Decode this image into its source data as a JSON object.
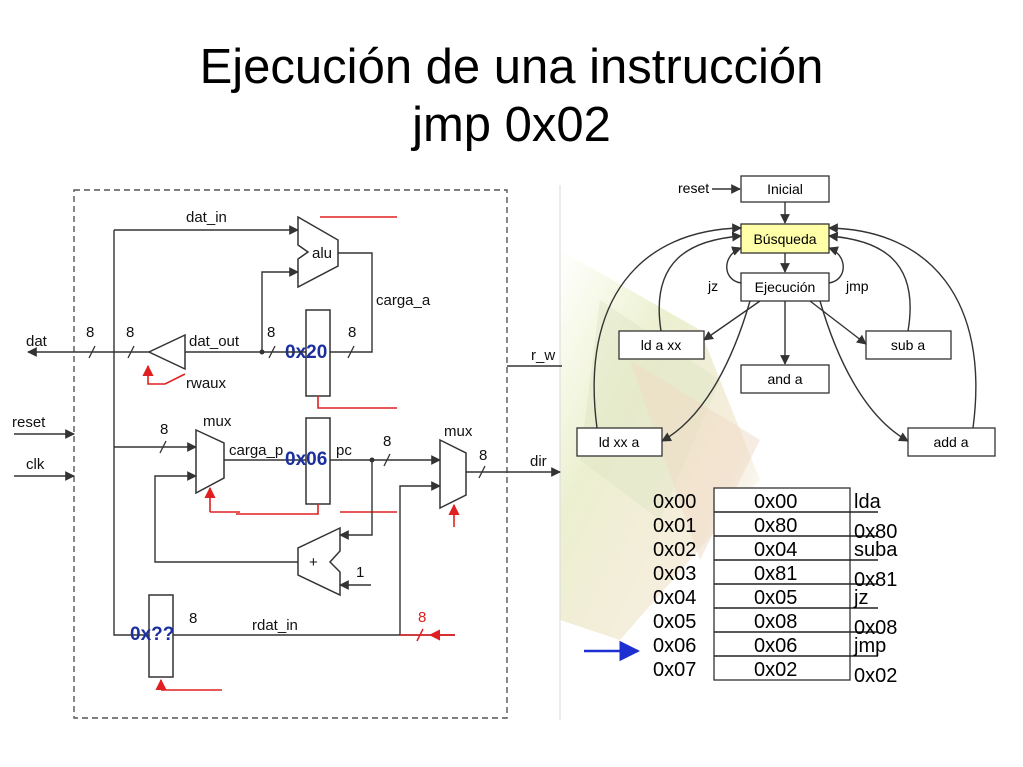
{
  "slide": {
    "title_line1": "Ejecución de una instrucción",
    "title_line2": "jmp 0x02"
  },
  "datapath": {
    "signals": {
      "dat_in": "dat_in",
      "alu": "alu",
      "carga_a": "carga_a",
      "dat": "dat",
      "dat_out": "dat_out",
      "rwaux": "rwaux",
      "r_w": "r_w",
      "reset": "reset",
      "clk": "clk",
      "mux_left": "mux",
      "mux_right": "mux",
      "carga_p": "carga_p",
      "pc": "pc",
      "dir": "dir",
      "plus": "+",
      "one": "1",
      "rdat_in": "rdat_in"
    },
    "bus_widths": {
      "dat": "8",
      "mid": "8",
      "alu_in": "8",
      "alu_out": "8",
      "mux_in": "8",
      "pc_out": "8",
      "dir": "8",
      "ir": "8",
      "rdat": "8"
    },
    "register_values": {
      "acc": "0x20",
      "pc": "0x06",
      "ir": "0x??"
    }
  },
  "fsm": {
    "states": {
      "inicial": "Inicial",
      "busqueda": "Búsqueda",
      "ejecucion": "Ejecución",
      "ld_a_xx": "ld a xx",
      "sub_a": "sub a",
      "and_a": "and a",
      "ld_xx_a": "ld xx a",
      "add_a": "add a"
    },
    "transitions": {
      "reset": "reset",
      "jz": "jz",
      "jmp": "jmp"
    },
    "colors": {
      "busqueda_fill": "#ffffa8"
    }
  },
  "memory": {
    "rows": [
      {
        "addr": "0x00",
        "value": "0x00",
        "note": "lda"
      },
      {
        "addr": "0x01",
        "value": "0x80",
        "note": "0x80"
      },
      {
        "addr": "0x02",
        "value": "0x04",
        "note": "suba"
      },
      {
        "addr": "0x03",
        "value": "0x81",
        "note": "0x81"
      },
      {
        "addr": "0x04",
        "value": "0x05",
        "note": "jz"
      },
      {
        "addr": "0x05",
        "value": "0x08",
        "note": "0x08"
      },
      {
        "addr": "0x06",
        "value": "0x06",
        "note": "jmp"
      },
      {
        "addr": "0x07",
        "value": "0x02",
        "note": "0x02"
      }
    ],
    "pointer_color": "#1d2fd0"
  }
}
